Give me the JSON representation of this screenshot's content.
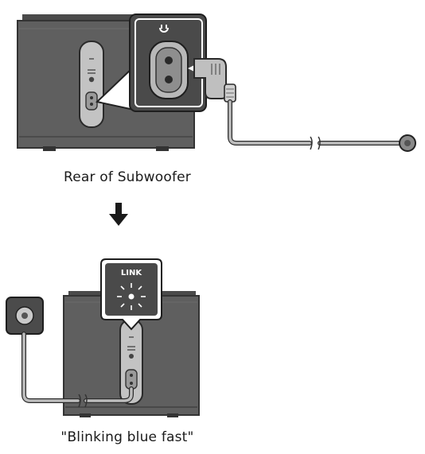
{
  "captions": {
    "top": "Rear of Subwoofer",
    "bottom": "\"Blinking blue fast\""
  },
  "indicator": {
    "label": "LINK",
    "state": "Blinking blue fast"
  },
  "icons": {
    "arrow": "down-arrow-icon",
    "power_symbol": "power-socket-icon",
    "wall_outlet": "wall-outlet-icon",
    "plug": "power-plug-icon"
  },
  "colors": {
    "speaker_body": "#5e5e5e",
    "speaker_dark": "#3a3a3a",
    "panel": "#bdbdbd",
    "callout_bg": "#4a4a4a",
    "cable": "#9a9a9a",
    "outline": "#222222"
  }
}
